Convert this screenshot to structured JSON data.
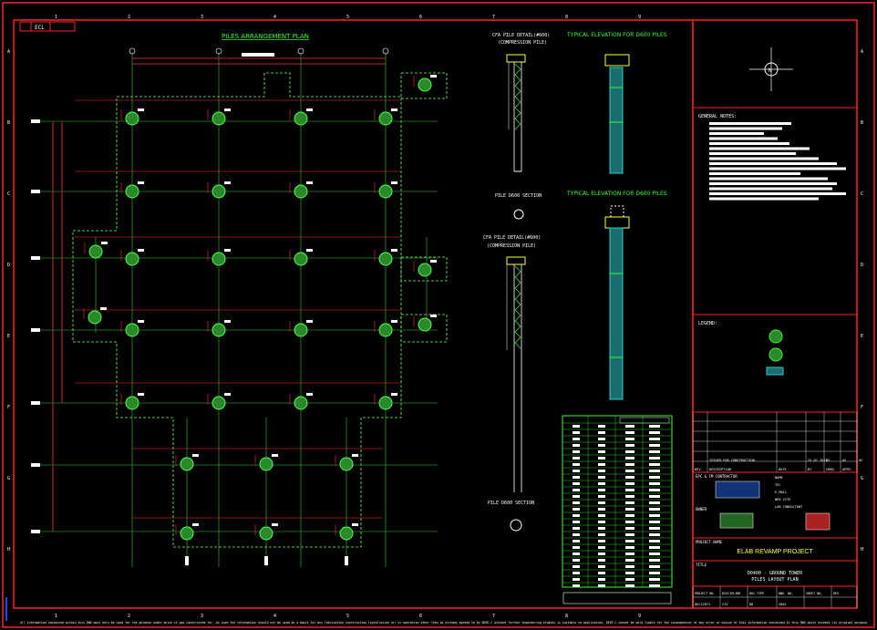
{
  "sheet": {
    "column_markers": [
      "1",
      "2",
      "3",
      "4",
      "5",
      "6",
      "7",
      "8",
      "9"
    ],
    "row_markers": [
      "A",
      "B",
      "C",
      "D",
      "E",
      "F",
      "G",
      "H"
    ],
    "box_label": "ECL"
  },
  "plan": {
    "title": "PILES ARRANGEMENT PLAN"
  },
  "details": {
    "cfa_pile_detail_top_title": "CFA PILE DETAIL(#600)",
    "cfa_pile_detail_top_sub": "(COMPRESSION PILE)",
    "typical_elevation_top": "TYPICAL ELEVATION FOR D600 PILES",
    "typical_elevation_bottom": "TYPICAL ELEVATION FOR D600 PILES",
    "pile_section_mid": "PILE D600 SECTION",
    "cfa_pile_detail_mid_title": "CFA PILE DETAIL(#600)",
    "cfa_pile_detail_mid_sub": "(COMPRESSION PILE)",
    "pile_section_bottom": "PILE D600 SECTION"
  },
  "title_block": {
    "general_notes_heading": "GENERAL NOTES:",
    "legend_heading": "LEGEND:",
    "revision_row": [
      "",
      "ISSUED FOR CONSTRUCTION",
      "",
      "25.07.2015",
      "KS",
      "AS",
      "AS"
    ],
    "revision_headers": [
      "REV.",
      "DESCRIPTION",
      "DATE",
      "BY",
      "CHKD.",
      "APPD."
    ],
    "contractor_label": "EPC & FM CONTRACTOR",
    "owner_label": "OWNER",
    "contact_labels": [
      "NAME",
      "TEL",
      "E-MAIL",
      "WEB SITE",
      "LAB CONSULTANT"
    ],
    "project_name_label": "PROJECT NAME",
    "project_name": "ELAB REVAMP PROJECT",
    "title_label": "TITLE",
    "title_line1": "D0400 - GROUND TOWER",
    "title_line2": "PILES LAYOUT PLAN",
    "footer_headers": [
      "PROJECT NO.",
      "DISCIPLINE",
      "DOC.TYPE",
      "DWG. NO.",
      "SHEET NO.",
      "REV."
    ],
    "footer_values": [
      "OEC12071",
      "CIV",
      "DD",
      "2001",
      "",
      ""
    ]
  },
  "disclaimer": "All information contained within this DWG must only be used for the purpose under which it was constructed for. As such the information should not be used as a basis for any fabrication construction installation or/ or operation other than as already agreed to by DEEE.C without further engineering studies is suitable to application. DEEE.C cannot be held liable for the consequences of any error or misuse of this information contained in this DWG which exceeds its original purpose.",
  "colors": {
    "border": "#ff2222",
    "grid": "#33cc33",
    "dim": "#ff3333",
    "pile": "#33ff33",
    "text": "#ffffff",
    "accent": "#ffff44",
    "cyan": "#33cccc"
  }
}
